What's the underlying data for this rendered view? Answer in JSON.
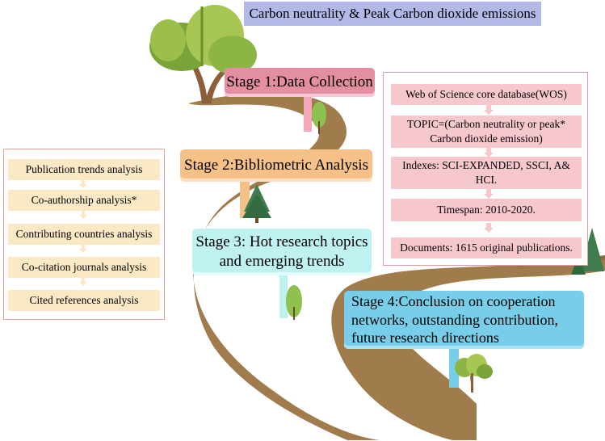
{
  "title": "Carbon neutrality & Peak Carbon dioxide emissions",
  "stages": {
    "s1": "Stage 1:Data Collection",
    "s2": "Stage 2:Bibliometric Analysis",
    "s3": "Stage 3: Hot research topics and emerging trends",
    "s4": "Stage 4:Conclusion on cooperation networks, outstanding contribution, future research directions"
  },
  "data_collection": [
    "Web of Science core database(WOS)",
    "TOPIC=(Carbon neutrality or peak* Carbon dioxide emission)",
    "Indexes: SCI-EXPANDED, SSCI, A& HCI.",
    "Timespan: 2010-2020.",
    "Documents: 1615 original publications."
  ],
  "analysis": [
    "Publication trends analysis",
    "Co-authorship analysis*",
    "Contributing countries analysis",
    "Co-citation journals analysis",
    "Cited references analysis"
  ],
  "colors": {
    "road": "#a07c4d",
    "title_bg": "#b3b9e6",
    "stage1": "#e38ea1",
    "stage2": "#f6c189",
    "stage3": "#bff1f1",
    "stage4": "#78cde8",
    "wos_item": "#f6c8ce",
    "analysis_item": "#fbe9c6"
  },
  "icons": [
    "tree-icon",
    "pine-tree-icon",
    "small-tree-icon"
  ]
}
